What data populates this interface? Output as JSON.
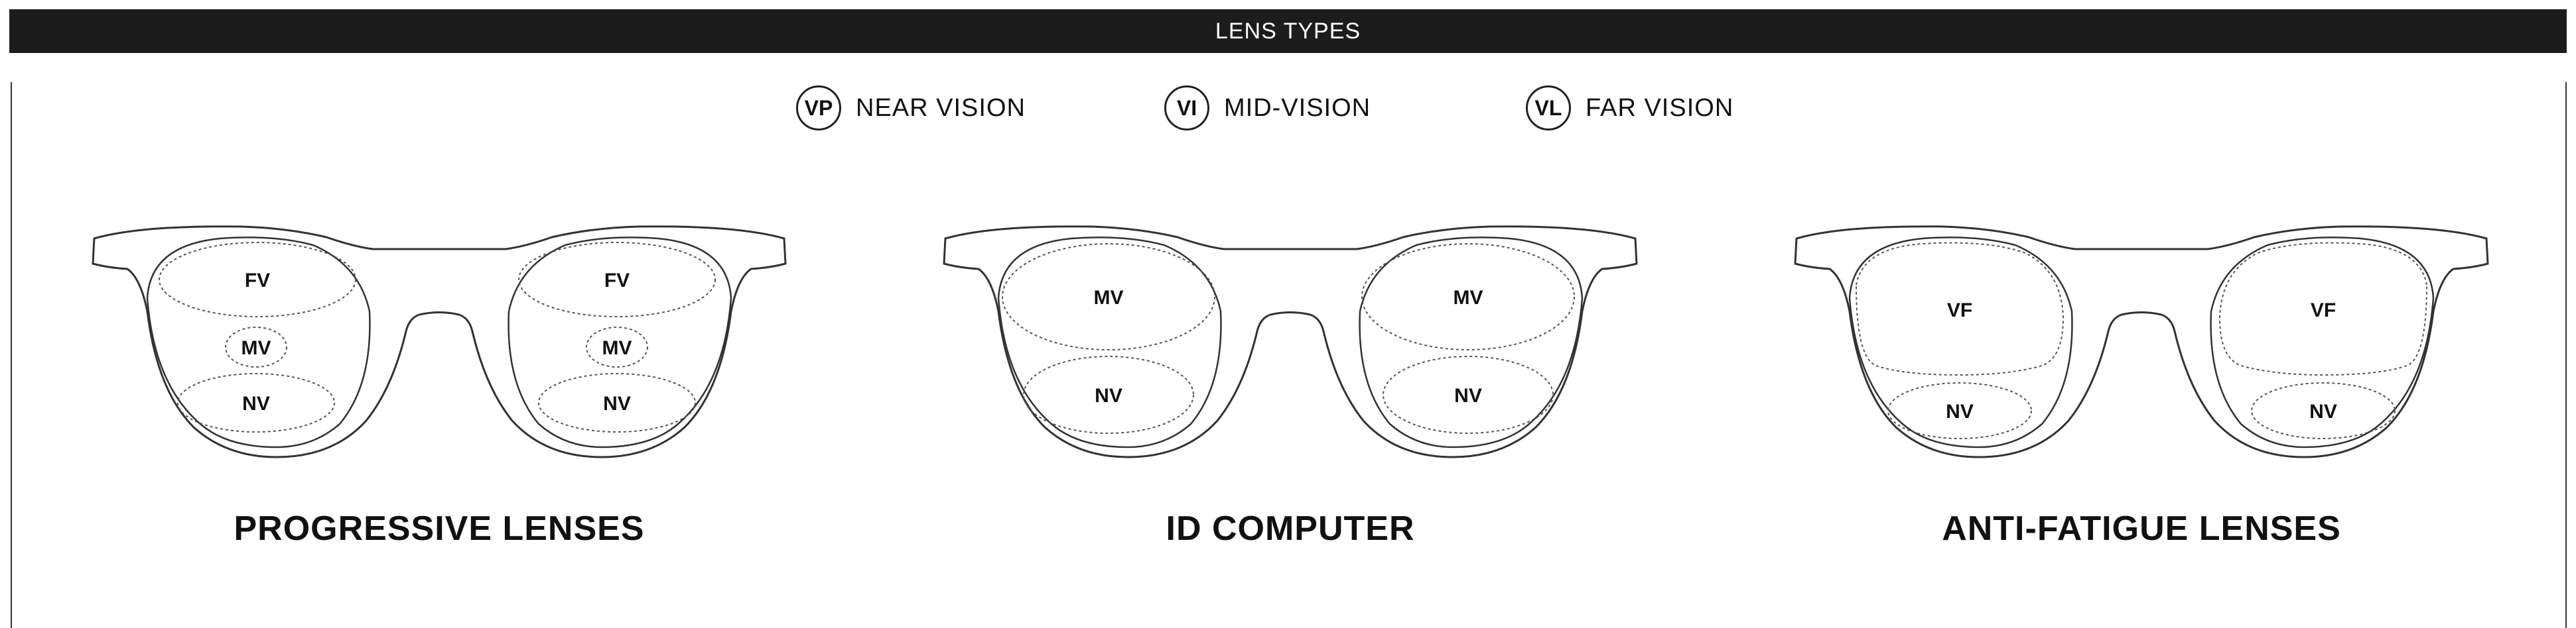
{
  "header": {
    "title": "LENS TYPES"
  },
  "legend": [
    {
      "code": "VP",
      "label": "NEAR VISION"
    },
    {
      "code": "VI",
      "label": "MID-VISION"
    },
    {
      "code": "VL",
      "label": "FAR VISION"
    }
  ],
  "lens_types": [
    {
      "title": "PROGRESSIVE LENSES",
      "zones": [
        "FV",
        "MV",
        "NV"
      ]
    },
    {
      "title": "ID COMPUTER",
      "zones": [
        "MV",
        "NV"
      ]
    },
    {
      "title": "ANTI-FATIGUE LENSES",
      "zones": [
        "VF",
        "NV"
      ]
    }
  ]
}
